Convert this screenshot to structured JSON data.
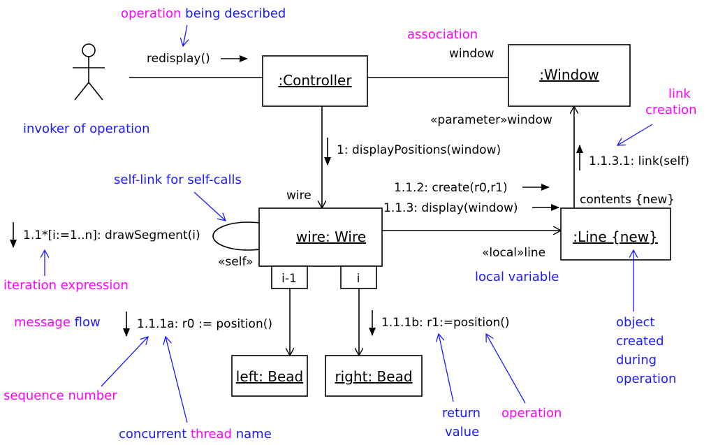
{
  "colors": {
    "magenta": "#ff00ff",
    "blue": "#1a1aff",
    "black": "#000000"
  },
  "objects": {
    "controller": ":Controller",
    "window": ":Window",
    "wire": "wire: Wire",
    "line": ":Line {new}",
    "left_bead": "left: Bead",
    "right_bead": "right: Bead",
    "qualifier_left": "i-1",
    "qualifier_right": "i"
  },
  "messages": {
    "redisplay": "redisplay()",
    "display_positions": "1: displayPositions(window)",
    "draw_segment": "1.1*[i:=1..n]: drawSegment(i)",
    "position_a": "1.1.1a: r0 := position()",
    "position_b": "1.1.1b: r1:=position()",
    "create": "1.1.2: create(r0,r1)",
    "display": "1.1.3: display(window)",
    "link": "1.1.3.1: link(self)"
  },
  "roles": {
    "window": "window",
    "wire": "wire",
    "self": "«self»",
    "parameter_window": "«parameter»window",
    "local_line": "«local»line",
    "contents_new": "contents {new}"
  },
  "annotations": {
    "operation_being_described": {
      "p1": "operation",
      "p2": " being described"
    },
    "association": "association",
    "invoker": "invoker of operation",
    "self_link": "self-link for self-calls",
    "link_creation_1": "link",
    "link_creation_2": "creation",
    "iteration": "iteration expression",
    "message_flow": {
      "p1": "message",
      "p2": " flow"
    },
    "sequence_number": "sequence number",
    "concurrent_thread": {
      "p1": "concurrent ",
      "p2": "thread",
      "p3": " name"
    },
    "local_variable": "local variable",
    "return_value_1": "return",
    "return_value_2": "value",
    "operation": "operation",
    "object_created": [
      "object",
      "created",
      "during",
      "operation"
    ]
  }
}
